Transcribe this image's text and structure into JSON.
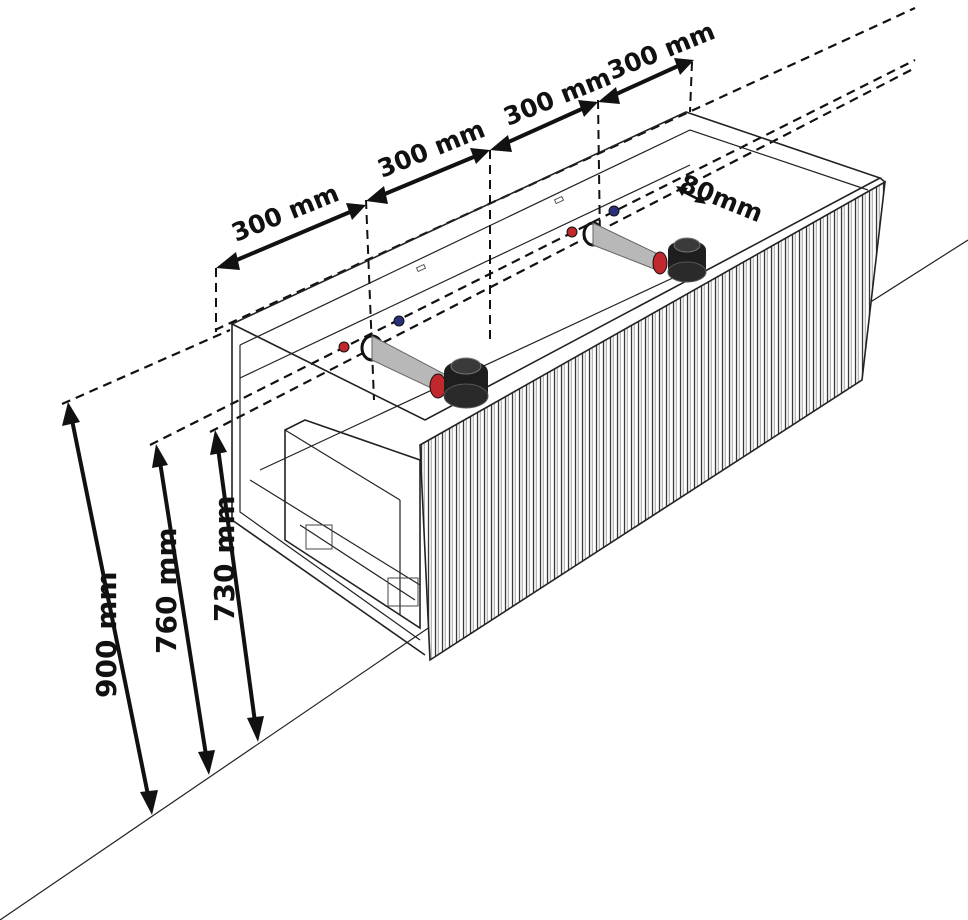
{
  "dimensions": {
    "width_segments": [
      "300 mm",
      "300 mm",
      "300 mm",
      "300 mm"
    ],
    "depth_offset": "80mm",
    "heights": [
      "900 mm",
      "760 mm",
      "730 mm"
    ]
  },
  "colors": {
    "line": "#111111",
    "hot_valve": "#c0282d",
    "cold_valve": "#2a2f7a",
    "drain_trap": "#1e1e1e",
    "pipe": "#b8b8b8"
  },
  "icons": [
    "hot-valve-icon",
    "cold-valve-icon",
    "drain-trap-icon"
  ]
}
